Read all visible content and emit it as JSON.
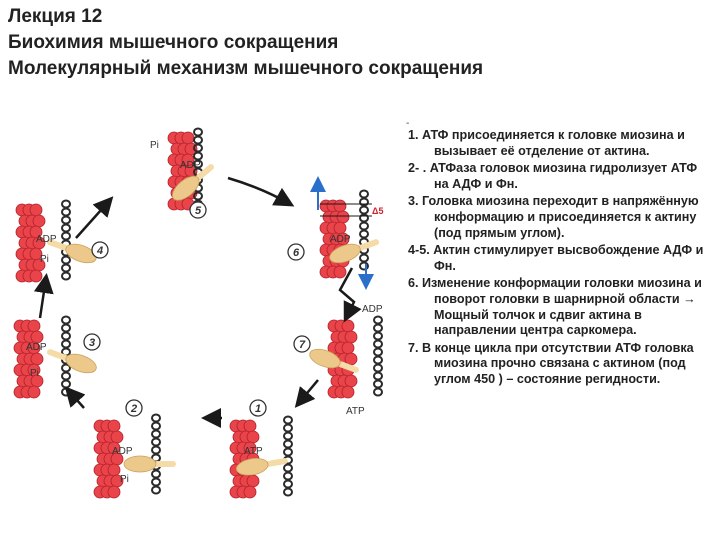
{
  "header": {
    "lecture": "Лекция 12",
    "subject": "Биохимия мышечного сокращения",
    "topic": "Молекулярный механизм мышечного сокращения"
  },
  "diagram": {
    "labels": {
      "adp": "ADP",
      "atp": "ATP",
      "pi": "Pi",
      "delta": "Δ5"
    },
    "stage_numbers": [
      "1",
      "2",
      "3",
      "4",
      "5",
      "6",
      "7"
    ],
    "colors": {
      "actin": "#e8444a",
      "actin_dark": "#b31f2a",
      "myosin_head": "#ecc98a",
      "myosin_stem": "#f4dba8",
      "filament": "#2a2a2a",
      "arrow": "#1a1a1a",
      "blue_arrow": "#2a6fc9",
      "red_marker": "#d0202a"
    }
  },
  "steps": {
    "dash": "-",
    "items": [
      "1. АТФ присоединяется к головке миозина и вызывает её отделение от актина.",
      "2- . АТФаза головок миозина гидролизует АТФ на АДФ и Фн.",
      "3. Головка миозина переходит в напряжённую конформацию и присоединяется к актину (под прямым углом).",
      "4-5. Актин стимулирует высвобождение АДФ и Фн.",
      "6. Изменение конформации головки миозина и поворот головки в шарнирной области → Мощный толчок и сдвиг актина в направлении центра саркомера.",
      "7. В конце цикла при отсутствии АТФ головка миозина прочно связана с актином (под углом 450 ) – состояние регидности."
    ]
  }
}
